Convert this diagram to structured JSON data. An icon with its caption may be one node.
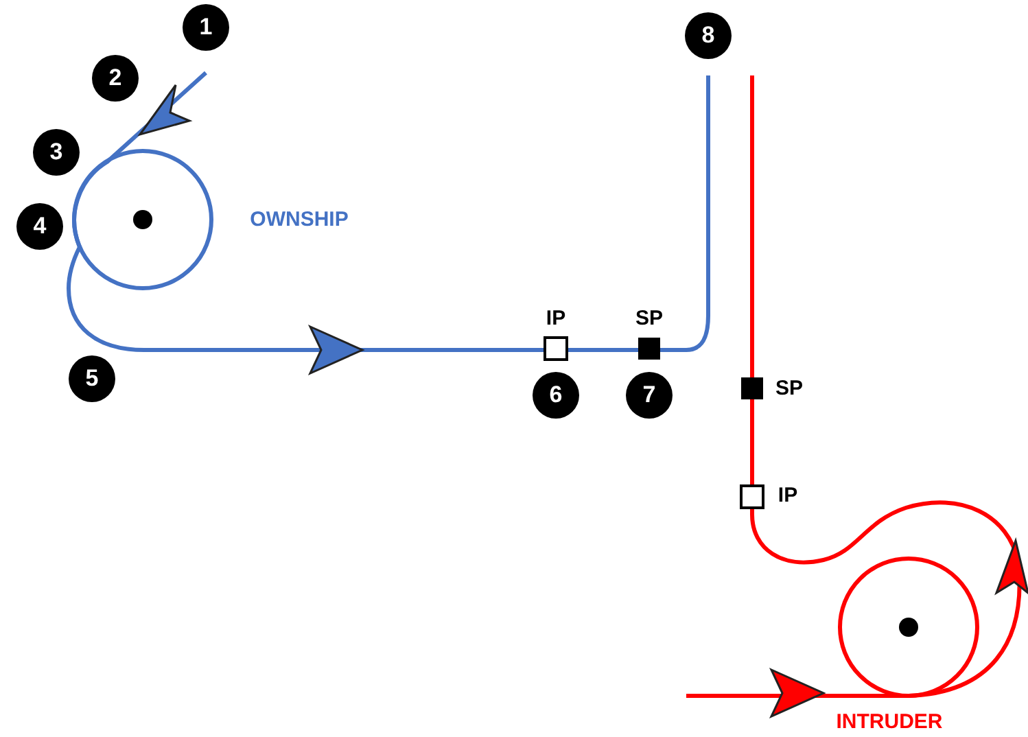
{
  "diagram": {
    "labels": [
      "1",
      "8",
      "2",
      "3",
      "4",
      "OWNSHIP",
      "IP",
      "SP",
      "5",
      "6",
      "7",
      "SP",
      "IP",
      "INTRUDER"
    ]
  }
}
